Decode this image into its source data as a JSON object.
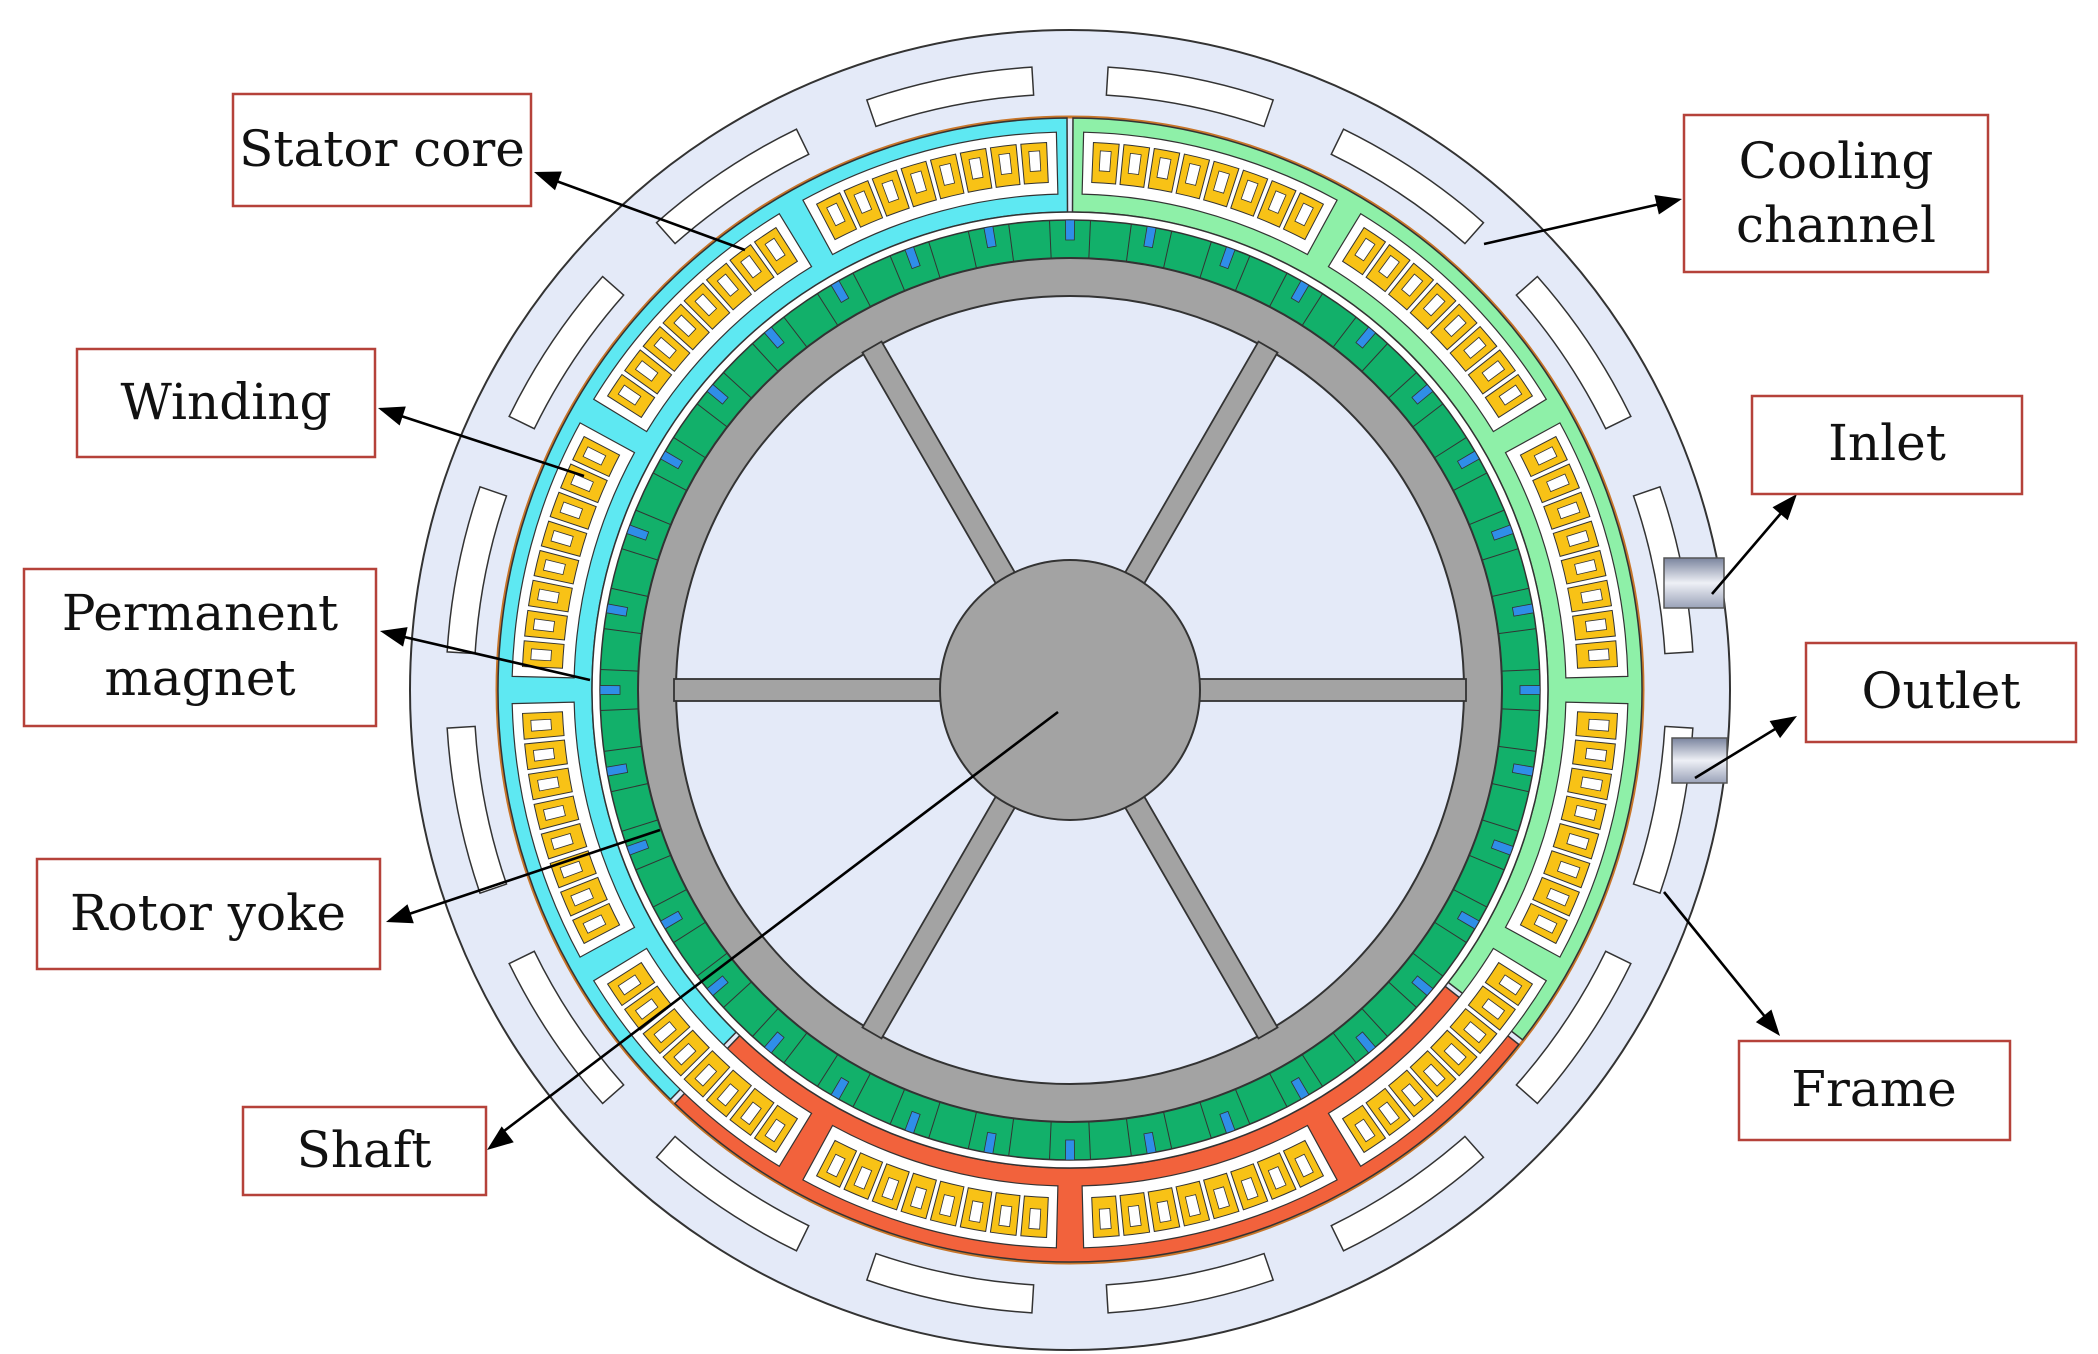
{
  "labels": {
    "stator_core": "Stator core",
    "cooling_channel_line1": "Cooling",
    "cooling_channel_line2": "channel",
    "winding": "Winding",
    "inlet": "Inlet",
    "permanent_magnet_line1": "Permanent",
    "permanent_magnet_line2": "magnet",
    "outlet": "Outlet",
    "rotor_yoke": "Rotor yoke",
    "frame": "Frame",
    "shaft": "Shaft"
  },
  "colors": {
    "frame": "#e4eaf8",
    "stator_core_segment_1": "#5ee8f2",
    "stator_core_segment_2": "#8ef0a8",
    "stator_core_segment_3": "#f2623c",
    "winding": "#f8c216",
    "permanent_magnet": "#12b06a",
    "magnet_spacer": "#2f8ee8",
    "rotor_yoke": "#a3a3a3",
    "shaft": "#a3a3a3",
    "label_border": "#b5423a"
  },
  "structure": {
    "stator_segments": 3,
    "rotor_spokes": 6,
    "magnet_count": 72,
    "winding_slots": 96
  }
}
